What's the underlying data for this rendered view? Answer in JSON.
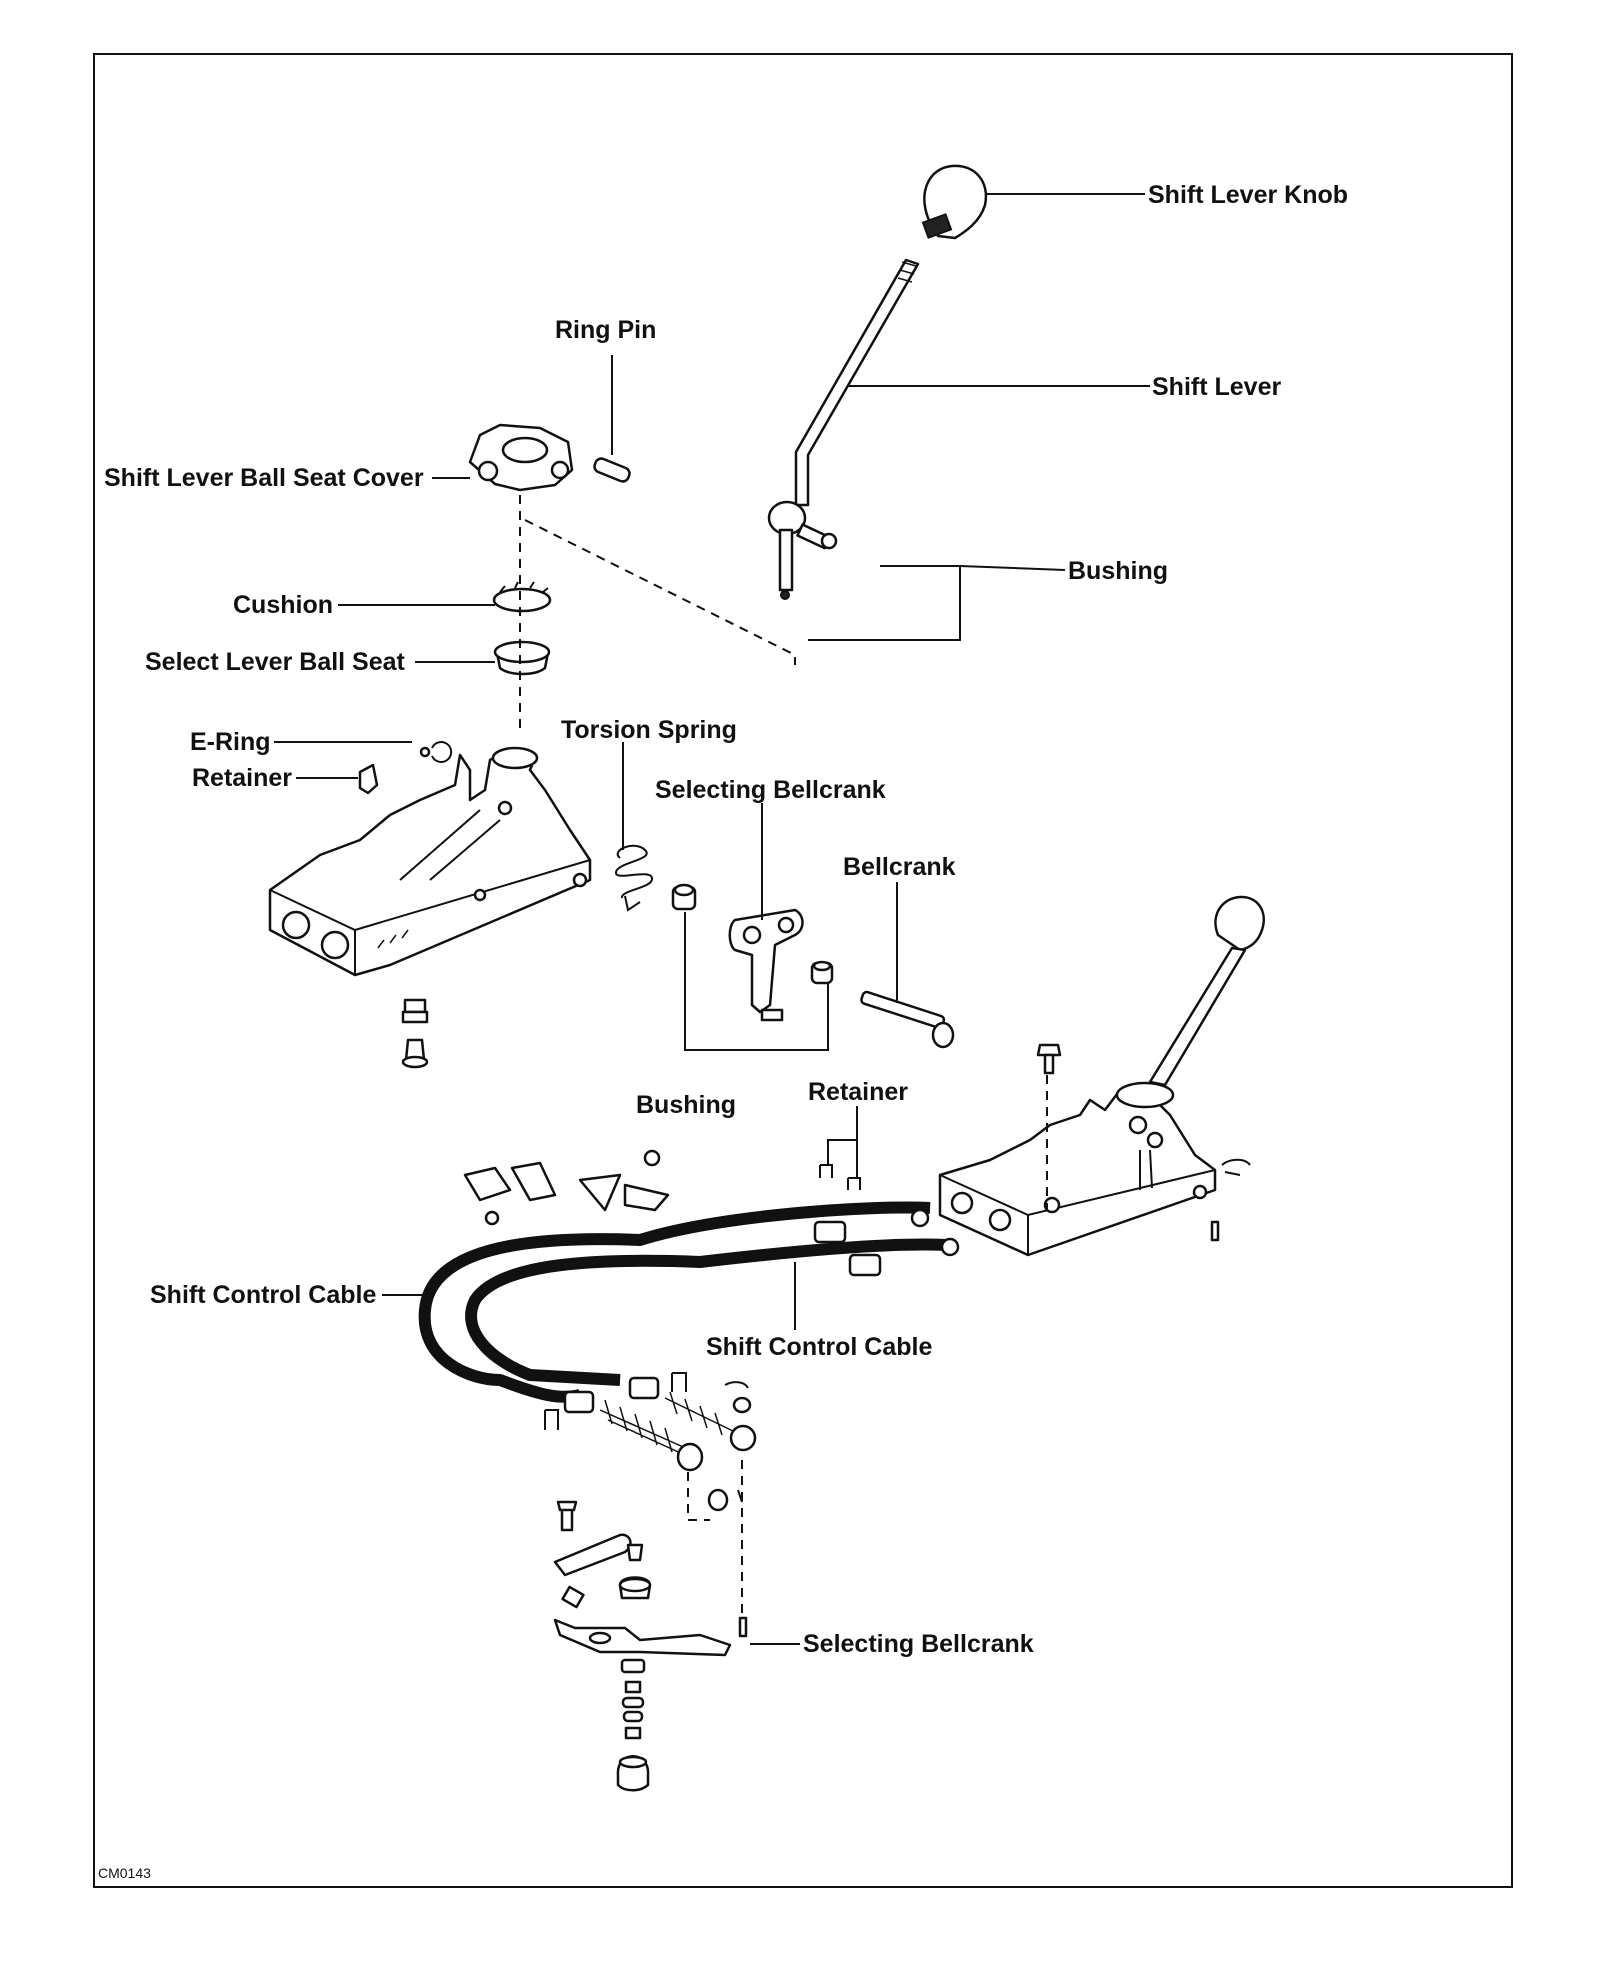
{
  "labels": {
    "shift_lever_knob": "Shift Lever Knob",
    "ring_pin": "Ring Pin",
    "shift_lever": "Shift Lever",
    "shift_lever_ball_seat_cover": "Shift Lever Ball Seat Cover",
    "bushing_top": "Bushing",
    "cushion": "Cushion",
    "select_lever_ball_seat": "Select Lever Ball Seat",
    "e_ring": "E-Ring",
    "retainer_left": "Retainer",
    "torsion_spring": "Torsion Spring",
    "selecting_bellcrank_top": "Selecting Bellcrank",
    "bellcrank": "Bellcrank",
    "bushing_bottom": "Bushing",
    "retainer_right": "Retainer",
    "shift_control_cable_left": "Shift Control Cable",
    "shift_control_cable_right": "Shift Control Cable",
    "selecting_bellcrank_bottom": "Selecting Bellcrank"
  },
  "figure_code": "CM0143"
}
